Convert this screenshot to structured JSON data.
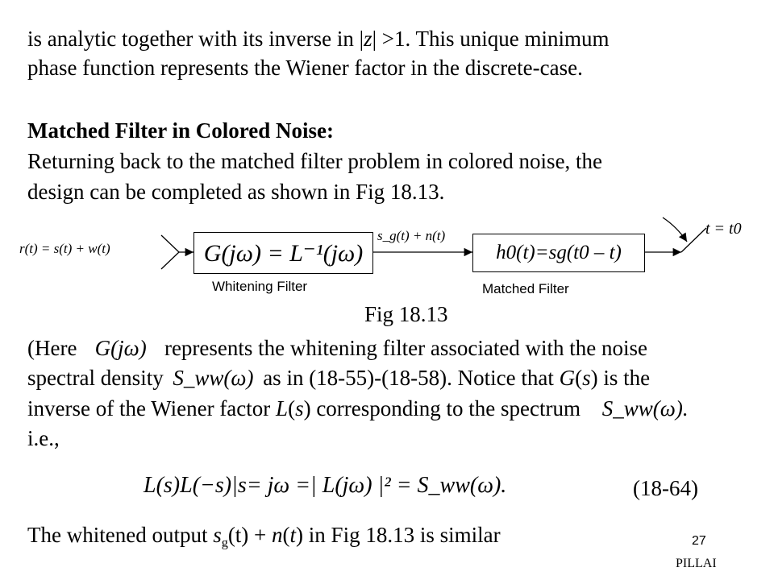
{
  "para1": {
    "line1_a": "is analytic together with its inverse in |",
    "line1_z": "z",
    "line1_b": "| >1. This unique minimum",
    "line2": "phase function represents the Wiener factor in the discrete-case."
  },
  "section_title": "Matched Filter in Colored Noise:",
  "para2": {
    "line1": "Returning back to the matched filter problem in colored noise, the",
    "line2": "design can be completed as shown in Fig 18.13."
  },
  "diagram": {
    "input_label": "r(t) = s(t) + w(t)",
    "whitening_box": "G(jω) = L⁻¹(jω)",
    "mid_signal": "s_g(t) + n(t)",
    "matched_box": "h0(t)=sg(t0 – t)",
    "switch_label": "t = t0",
    "whitening_caption": "Whitening Filter",
    "matched_caption": "Matched Filter",
    "figure_caption": "Fig 18.13"
  },
  "para3": {
    "l1_a": "(Here",
    "l1_math": "G(jω)",
    "l1_b": "represents the whitening filter associated with the noise",
    "l2_a": "spectral density",
    "l2_math": "S_ww(ω)",
    "l2_b": "as in (18-55)-(18-58). Notice that",
    "l2_G": "G",
    "l2_s": "s",
    "l2_c": "is the",
    "l3_a": "inverse of the Wiener factor",
    "l3_L": "L",
    "l3_s": "s",
    "l3_b": "corresponding to the spectrum",
    "l3_math": "S_ww(ω).",
    "l4": "i.e.,"
  },
  "equation": {
    "text": "L(s)L(−s)|s= jω =| L(jω) |² = S_ww(ω).",
    "number": "(18-64)"
  },
  "last_line": {
    "a": "The whitened output",
    "s": "s",
    "g": "g",
    "b": "(t) +",
    "n": "n",
    "t": "t",
    "c": "in Fig 18.13 is similar"
  },
  "footer": {
    "page_number": "27",
    "author": "PILLAI"
  }
}
